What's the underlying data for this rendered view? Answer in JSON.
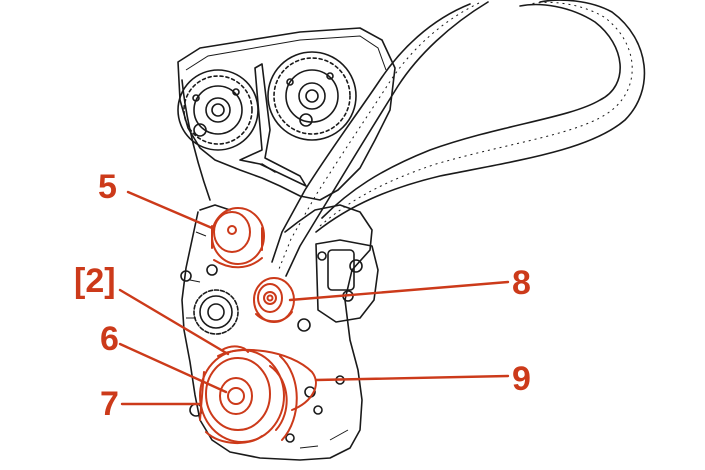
{
  "diagram": {
    "highlight_color": "#cc3a1a",
    "line_color": "#1a1a1a",
    "background": "#ffffff",
    "callouts": [
      {
        "id": "5",
        "label": "5"
      },
      {
        "id": "2",
        "label": "[2]"
      },
      {
        "id": "6",
        "label": "6"
      },
      {
        "id": "7",
        "label": "7"
      },
      {
        "id": "8",
        "label": "8"
      },
      {
        "id": "9",
        "label": "9"
      }
    ]
  }
}
